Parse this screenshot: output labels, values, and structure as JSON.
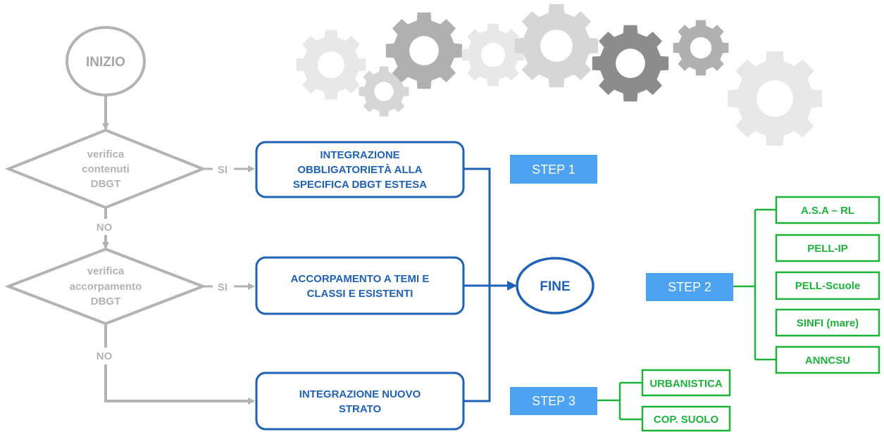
{
  "flow": {
    "start": "INIZIO",
    "decision1": [
      "verifica",
      "contenuti",
      "DBGT"
    ],
    "decision2": [
      "verifica",
      "accorpamento",
      "DBGT"
    ],
    "yes": "SI",
    "no": "NO",
    "action1": [
      "INTEGRAZIONE",
      "OBBLIGATORIETÀ ALLA",
      "SPECIFICA DBGT ESTESA"
    ],
    "action2": [
      "ACCORPAMENTO A TEMI E",
      "CLASSI E ESISTENTI"
    ],
    "action3": [
      "INTEGRAZIONE NUOVO",
      "STRATO"
    ],
    "end": "FINE"
  },
  "steps": {
    "step1": "STEP 1",
    "step2": "STEP 2",
    "step3": "STEP 3"
  },
  "step2_items": [
    "A.S.A – RL",
    "PELL-IP",
    "PELL-Scuole",
    "SINFI (mare)",
    "ANNCSU"
  ],
  "step3_items": [
    "URBANISTICA",
    "COP. SUOLO"
  ],
  "colors": {
    "gray": "#b3b3b3",
    "blue": "#1f62b5",
    "step_bg": "#4da3f0",
    "green": "#1db33b",
    "gear_dark": "#8c8c8c",
    "gear_mid": "#b0b0b0",
    "gear_light": "#d6d6d6",
    "gear_lighter": "#e8e8e8"
  }
}
